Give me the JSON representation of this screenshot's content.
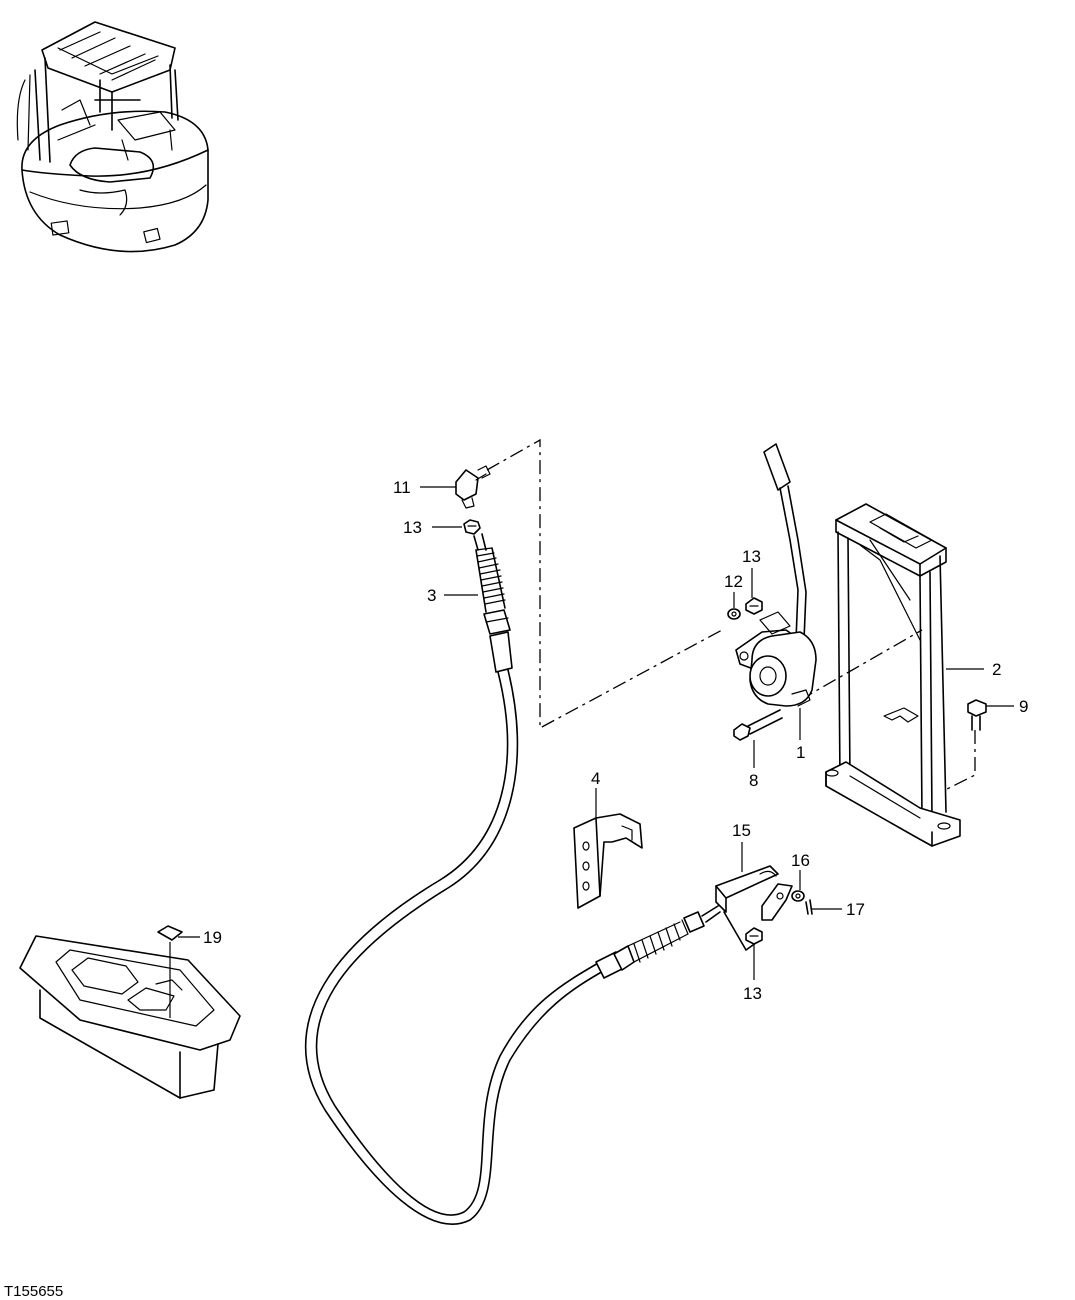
{
  "figure_id": "T155655",
  "callouts": [
    {
      "id": "c11",
      "text": "11"
    },
    {
      "id": "c13a",
      "text": "13"
    },
    {
      "id": "c3",
      "text": "3"
    },
    {
      "id": "c13b",
      "text": "13"
    },
    {
      "id": "c12",
      "text": "12"
    },
    {
      "id": "c2",
      "text": "2"
    },
    {
      "id": "c9",
      "text": "9"
    },
    {
      "id": "c1",
      "text": "1"
    },
    {
      "id": "c8",
      "text": "8"
    },
    {
      "id": "c4",
      "text": "4"
    },
    {
      "id": "c15",
      "text": "15"
    },
    {
      "id": "c16",
      "text": "16"
    },
    {
      "id": "c17",
      "text": "17"
    },
    {
      "id": "c13c",
      "text": "13"
    },
    {
      "id": "c19",
      "text": "19"
    }
  ]
}
